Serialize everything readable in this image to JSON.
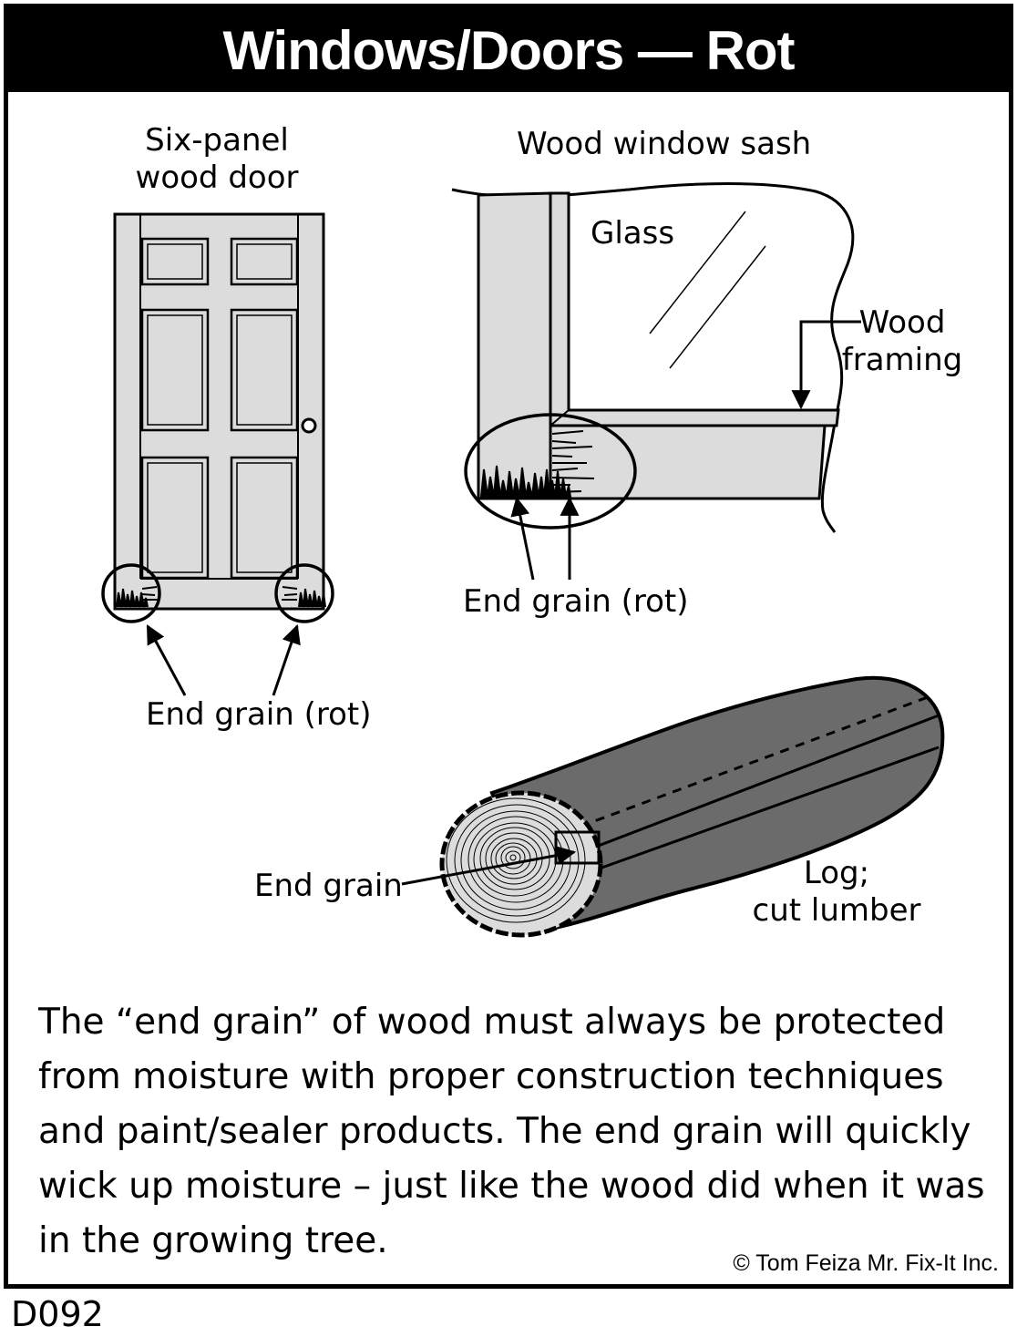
{
  "title": "Windows/Doors — Rot",
  "labels": {
    "door_line1": "Six-panel",
    "door_line2": "wood door",
    "door_rot": "End grain (rot)",
    "sash_title": "Wood window sash",
    "glass": "Glass",
    "framing_line1": "Wood",
    "framing_line2": "framing",
    "sash_rot": "End grain (rot)",
    "log_end_grain": "End grain",
    "log_line1": "Log;",
    "log_line2": "cut lumber"
  },
  "caption": "The “end grain” of wood must always be protected from moisture with proper construction techniques and paint/sealer products. The end grain will quickly wick up moisture – just like the wood did when it was in the growing tree.",
  "copyright": "© Tom Feiza Mr. Fix-It Inc.",
  "code": "D092",
  "colors": {
    "wood": "#dcdcdc",
    "log": "#6b6b6b",
    "ink": "#000000",
    "title_bg": "#000000"
  }
}
